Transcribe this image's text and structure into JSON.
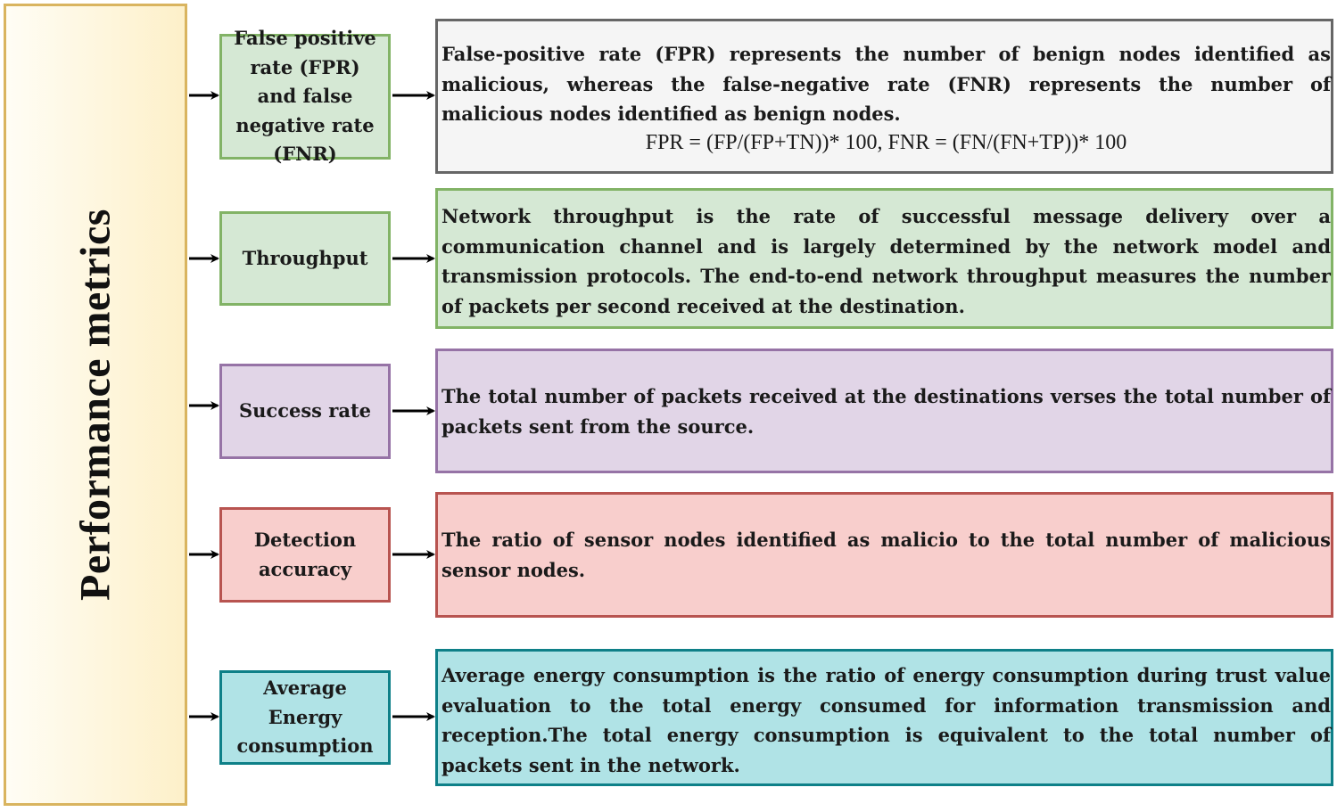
{
  "title": "Performance metrics",
  "colors": {
    "title_box_fill": "#fdf0c9",
    "title_box_border": "#d9b45f",
    "green_fill": "#d5e8d4",
    "green_border": "#82b366",
    "gray_fill": "#f5f5f5",
    "gray_border": "#666666",
    "purple_fill": "#e1d5e7",
    "purple_border": "#9673a6",
    "red_fill": "#f8cecc",
    "red_border": "#b85450",
    "cyan_fill": "#b0e3e6",
    "cyan_border": "#0e8088",
    "arrow": "#000000"
  },
  "metrics": [
    {
      "label": "False positive rate (FPR) and false negative rate (FNR)",
      "description": "False-positive rate (FPR) represents the number of benign nodes identified as malicious, whereas the false-negative rate (FNR) represents the number of malicious nodes identified as benign nodes.",
      "formula": "FPR = (FP/(FP+TN))* 100, FNR = (FN/(FN+TP))* 100"
    },
    {
      "label": "Throughput",
      "description": "Network throughput is the rate of successful message delivery over a communication channel and is largely determined by the network model and transmission protocols. The end-to-end network throughput measures the number of packets per second received at the destination."
    },
    {
      "label": "Success rate",
      "description": "The total number of packets received at the destinations verses the total number of packets sent from the source."
    },
    {
      "label": "Detection accuracy",
      "description": "The ratio of sensor nodes identified as malicio to the total number of malicious sensor nodes."
    },
    {
      "label": "Average Energy consumption",
      "description": "Average energy consumption is the ratio of energy consumption during trust value evaluation to the total energy consumed for information transmission and reception.The total energy consumption is equivalent to the total number of packets sent in the network."
    }
  ]
}
